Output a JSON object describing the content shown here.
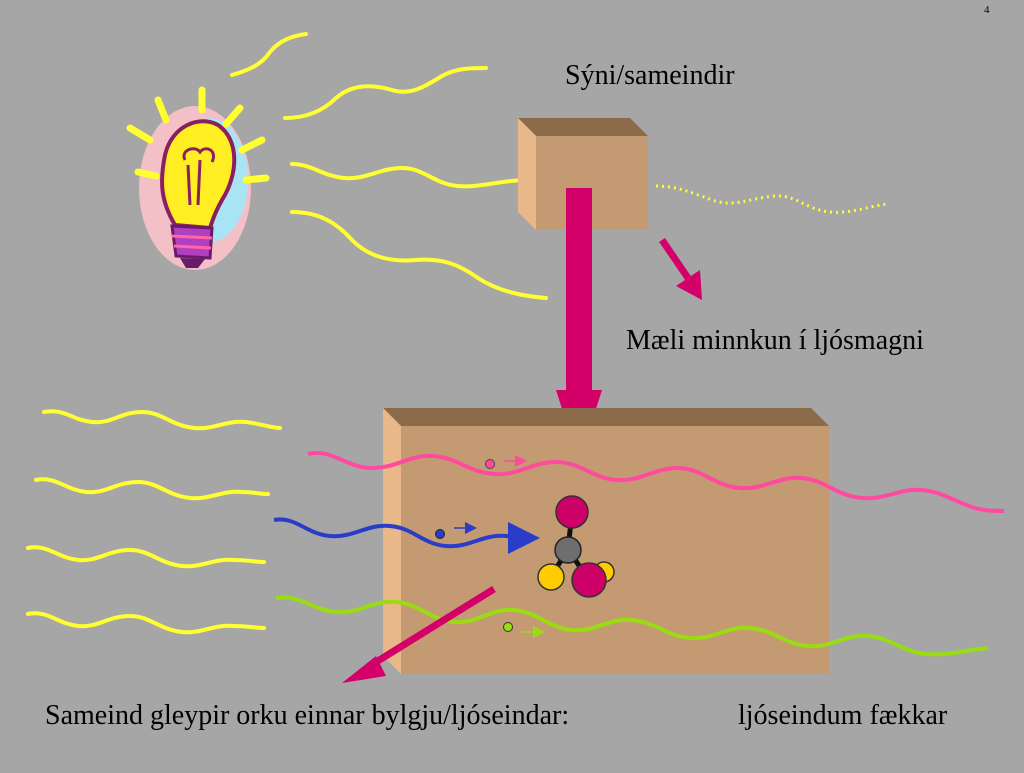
{
  "slide": {
    "page_number": "4",
    "sample_label": "Sýni/sameindir",
    "measure_label": "Mæli minnkun í ljósmagni",
    "absorb_label": "Sameind gleypir orku einnar bylgju/ljóseindar:",
    "photon_label": "ljóseindum fækkar"
  },
  "colors": {
    "background": "#a6a6a6",
    "light_wave": "#ffff33",
    "box": "#c49a72",
    "arrow": "#d4006a",
    "pink_wave": "#ff4aa0",
    "blue_wave": "#2a3dc8",
    "green_wave": "#99dd11",
    "atom_gray": "#6e6e6e",
    "atom_yellow": "#ffcc00",
    "atom_magenta": "#cc0066"
  }
}
